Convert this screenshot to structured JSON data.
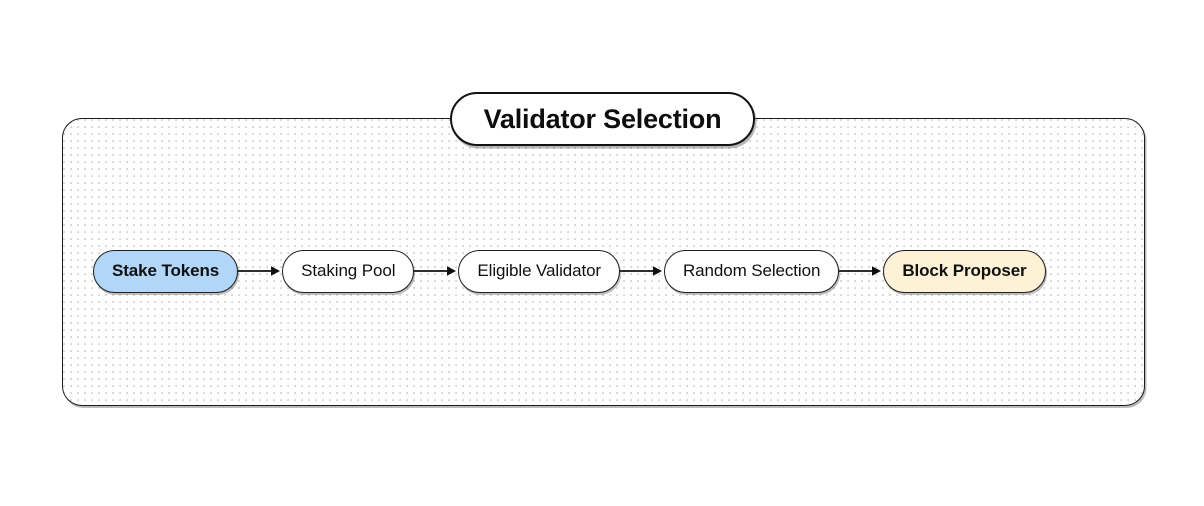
{
  "diagram": {
    "title": "Validator Selection",
    "background_color": "#ffffff",
    "container_border_color": "#1b1b1b",
    "dot_color": "#d8d8dd",
    "accent_blue": "#b2d6f8",
    "accent_cream": "#fdf1d6",
    "edge_color": "#101010",
    "type": "flowchart",
    "direction": "left-to-right",
    "nodes": [
      {
        "id": "stake-tokens",
        "label": "Stake Tokens",
        "fill": "#b2d6f8",
        "bold": true
      },
      {
        "id": "staking-pool",
        "label": "Staking Pool",
        "fill": "#ffffff",
        "bold": false
      },
      {
        "id": "eligible-validator",
        "label": "Eligible Validator",
        "fill": "#ffffff",
        "bold": false
      },
      {
        "id": "random-selection",
        "label": "Random Selection",
        "fill": "#ffffff",
        "bold": false
      },
      {
        "id": "block-proposer",
        "label": "Block Proposer",
        "fill": "#fdf1d6",
        "bold": true
      }
    ],
    "edges": [
      {
        "from": "stake-tokens",
        "to": "staking-pool",
        "label": ""
      },
      {
        "from": "staking-pool",
        "to": "eligible-validator",
        "label": ""
      },
      {
        "from": "eligible-validator",
        "to": "random-selection",
        "label": ""
      },
      {
        "from": "random-selection",
        "to": "block-proposer",
        "label": ""
      }
    ]
  }
}
